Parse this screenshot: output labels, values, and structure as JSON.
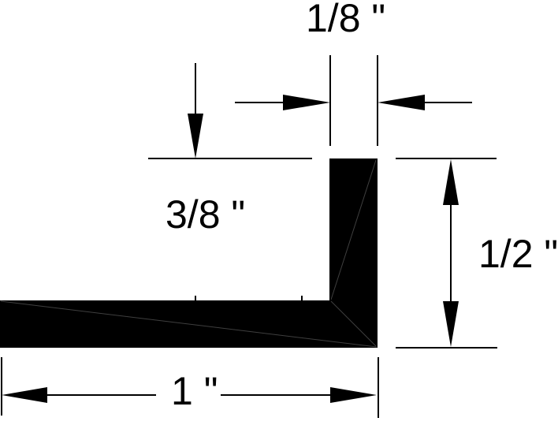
{
  "diagram": {
    "type": "technical-drawing",
    "subject": "L-angle profile cross-section with dimensions",
    "colors": {
      "ink": "#000000",
      "background": "#ffffff",
      "facet_line": "#4a4a4a"
    },
    "labels": {
      "flange_width_top": "1/8 \"",
      "inner_height": "3/8 \"",
      "outer_height": "1/2 \"",
      "base_length": "1 \""
    }
  }
}
